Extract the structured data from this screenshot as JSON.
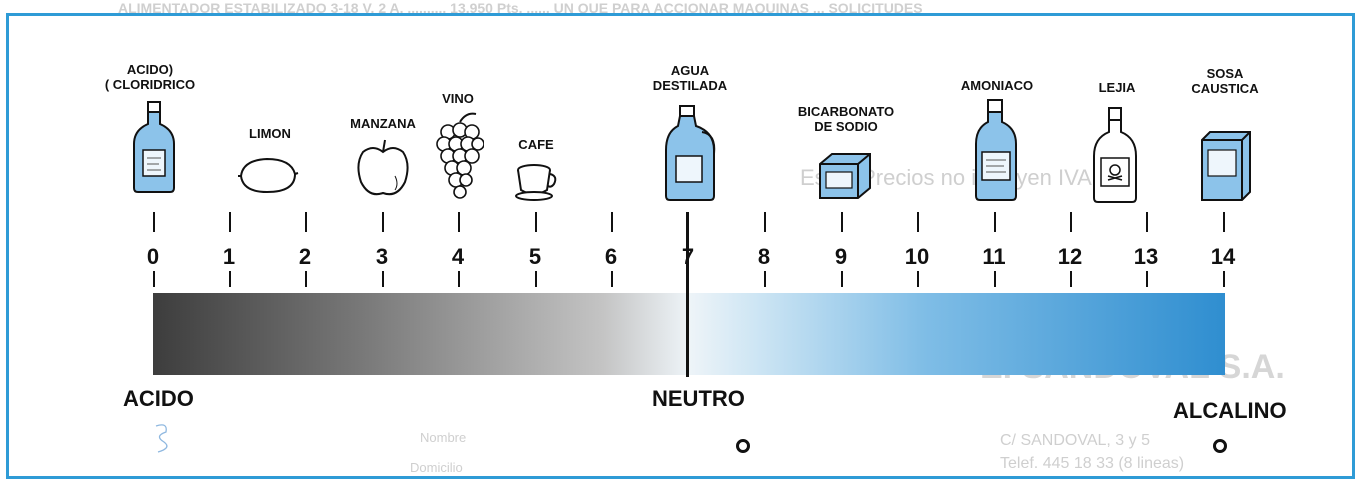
{
  "diagram": {
    "scale_numbers": [
      "0",
      "1",
      "2",
      "3",
      "4",
      "5",
      "6",
      "7",
      "8",
      "9",
      "10",
      "11",
      "12",
      "13",
      "14"
    ],
    "substances": [
      {
        "ph": 0,
        "lines": [
          "ACIDO)",
          "( CLORIDRICO"
        ],
        "icon": "acid-bottle-icon"
      },
      {
        "ph": 1,
        "lines": [
          "LIMON"
        ],
        "icon": "lemon-icon"
      },
      {
        "ph": 3,
        "lines": [
          "MANZANA"
        ],
        "icon": "apple-icon"
      },
      {
        "ph": 4,
        "lines": [
          "VINO"
        ],
        "icon": "grapes-icon"
      },
      {
        "ph": 5,
        "lines": [
          "CAFE"
        ],
        "icon": "coffee-cup-icon"
      },
      {
        "ph": 7,
        "lines": [
          "AGUA",
          "DESTILADA"
        ],
        "icon": "water-jug-icon"
      },
      {
        "ph": 9,
        "lines": [
          "BICARBONATO",
          "DE SODIO"
        ],
        "icon": "box-icon"
      },
      {
        "ph": 11,
        "lines": [
          "AMONIACO"
        ],
        "icon": "ammonia-bottle-icon"
      },
      {
        "ph": 12,
        "lines": [
          "LEJIA"
        ],
        "icon": "bleach-bottle-icon"
      },
      {
        "ph": 14,
        "lines": [
          "SOSA",
          "CAUSTICA"
        ],
        "icon": "caustic-soda-box-icon"
      }
    ],
    "zones": {
      "acid": "ACIDO",
      "neutral": "NEUTRO",
      "alkaline": "ALCALINO"
    },
    "colors": {
      "frame": "#2e9bd6",
      "alkaline": "#2f8ed0",
      "acid": "#3d3d3d",
      "liquid": "#8cc3ea"
    }
  },
  "background_bleed": {
    "top_line": "ALIMENTADOR ESTABILIZADO 3-18 V. 2 A. .......... 13.950 Pts. ...... UN QUE PARA ACCIONAR MAQUINAS ... SOLICITUDES",
    "price_note": "Estos Precios no incluyen IVA.",
    "company": "E. SANDOVAL S.A.",
    "address": "C/ SANDOVAL, 3 y 5",
    "phone": "Telef. 445 18 33 (8 lineas)",
    "form_fields": [
      "Nombre",
      "Domicilio"
    ]
  }
}
